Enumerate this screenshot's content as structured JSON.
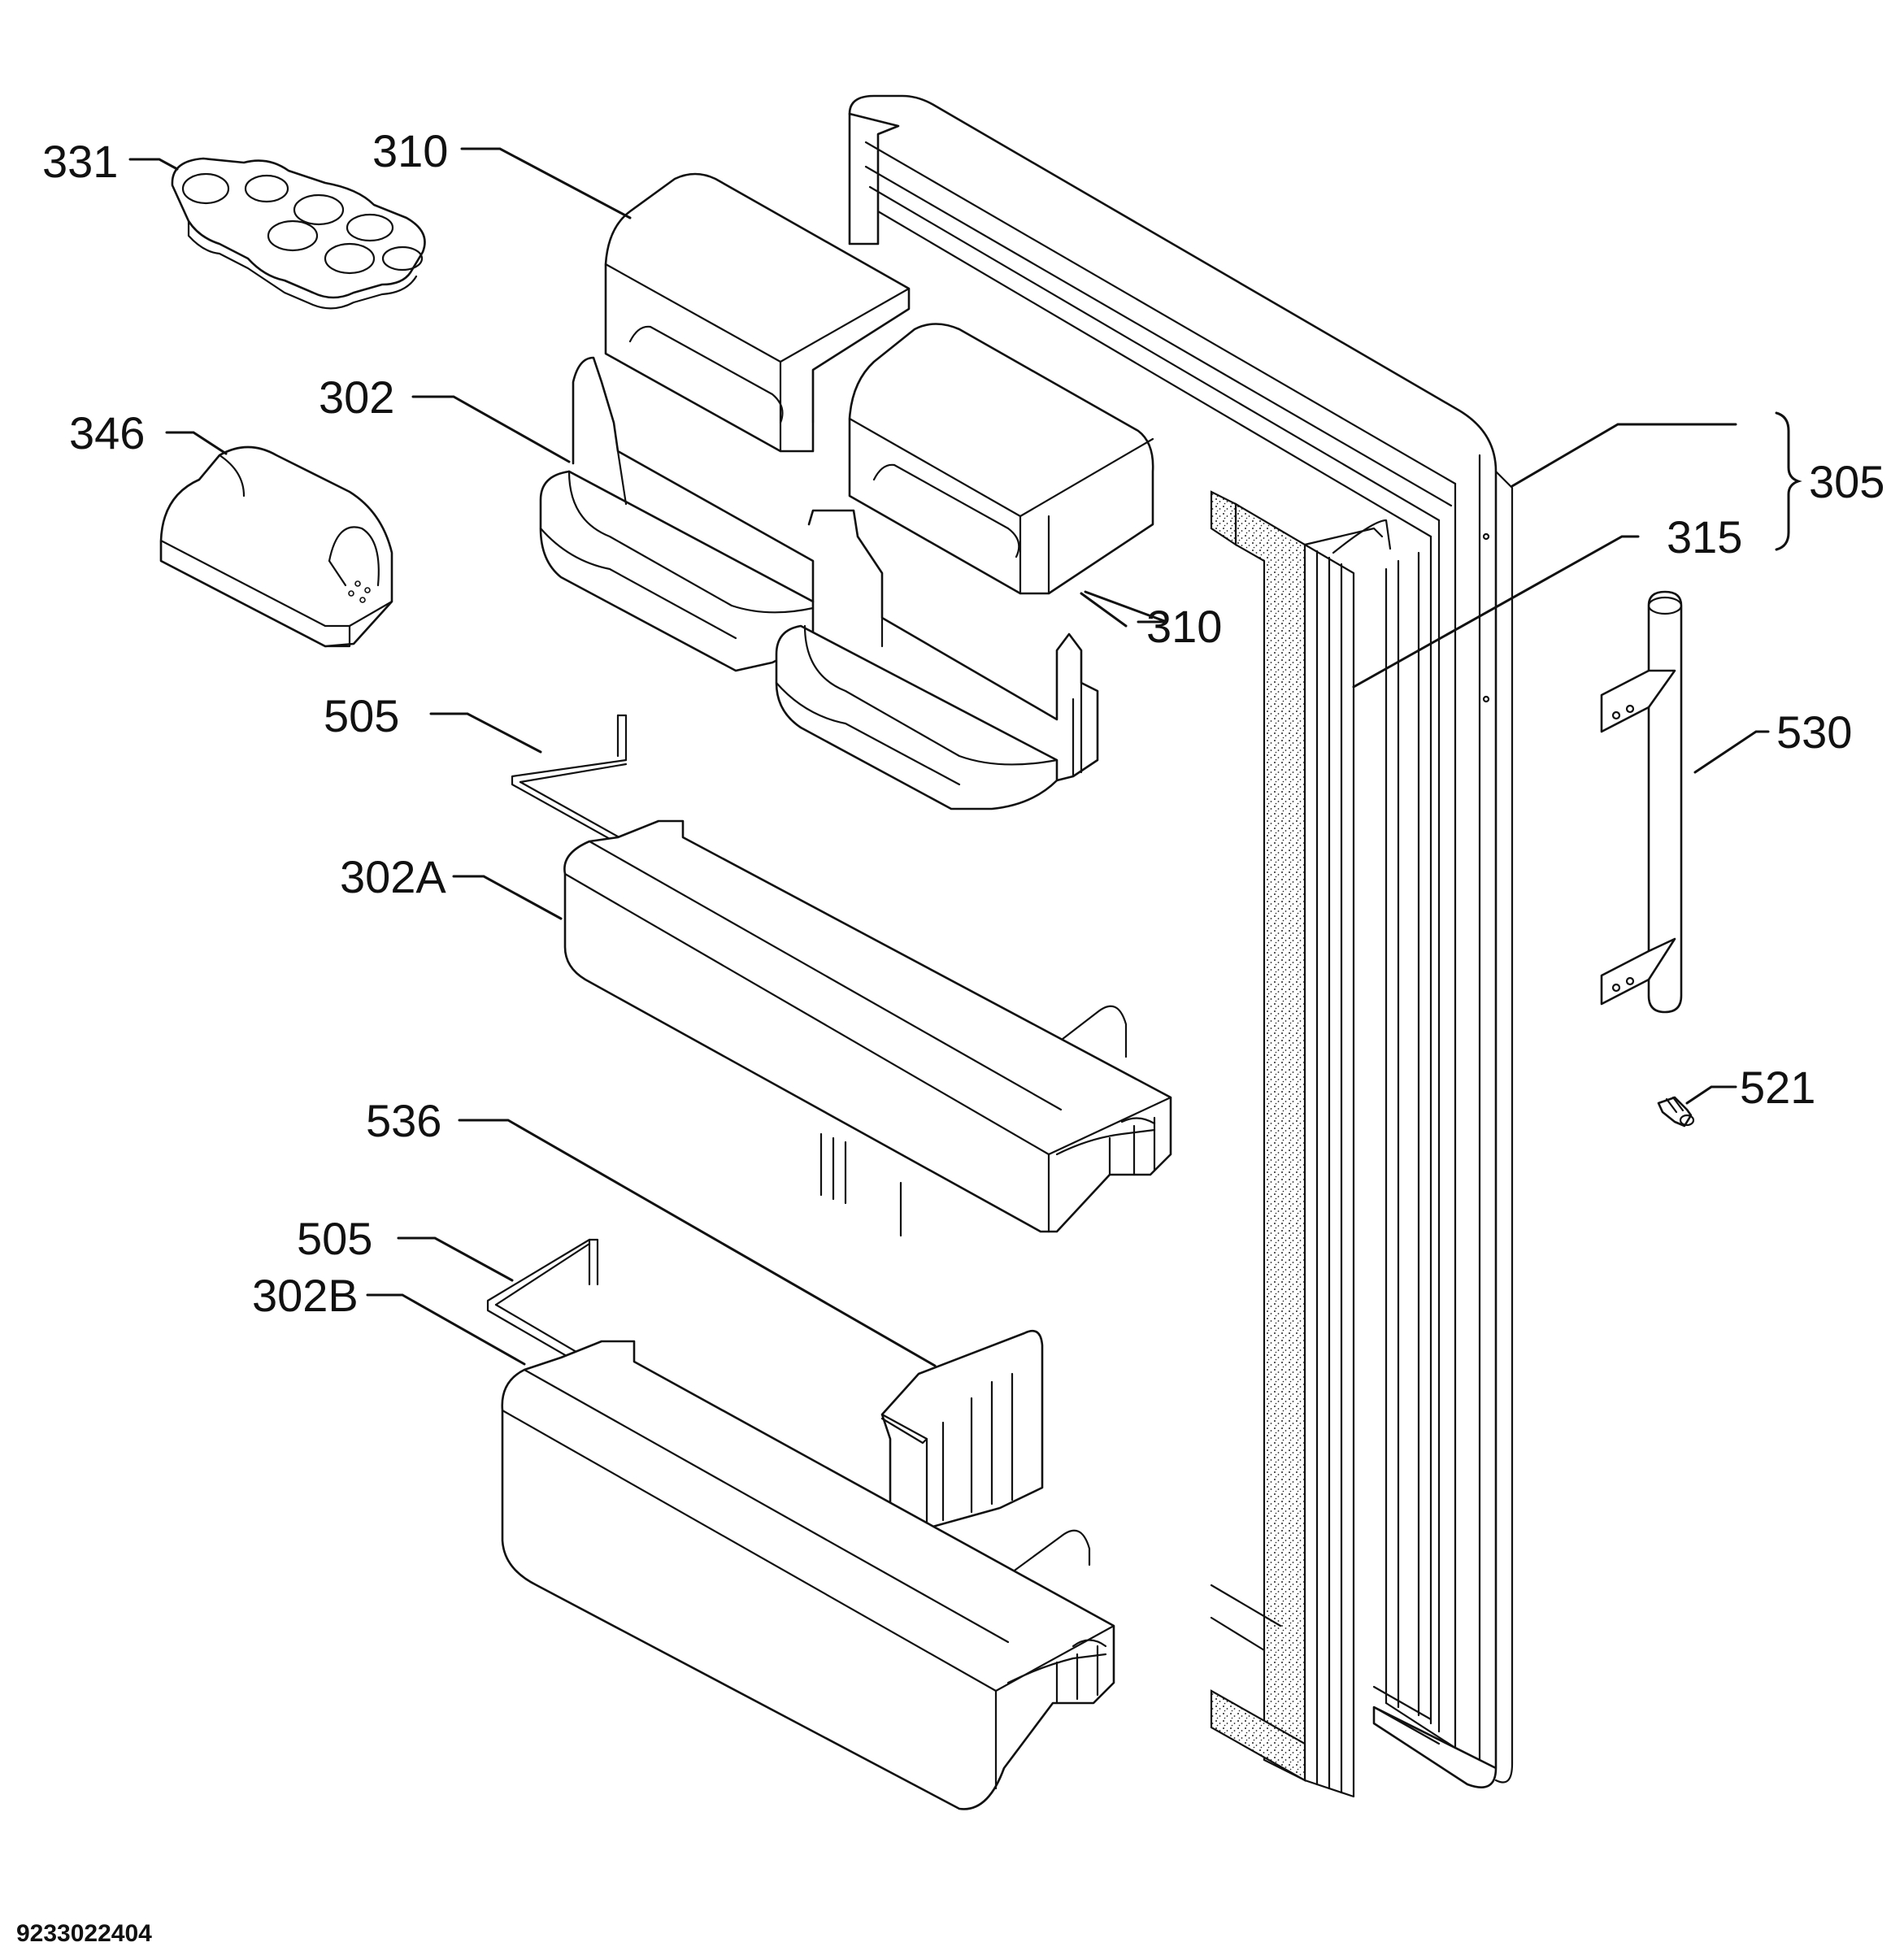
{
  "drawing": {
    "doc_number": "9233022404",
    "callouts": [
      {
        "id": "c331",
        "text": "331"
      },
      {
        "id": "c310a",
        "text": "310"
      },
      {
        "id": "c302",
        "text": "302"
      },
      {
        "id": "c346",
        "text": "346"
      },
      {
        "id": "c305",
        "text": "305"
      },
      {
        "id": "c315",
        "text": "315"
      },
      {
        "id": "c310b",
        "text": "310"
      },
      {
        "id": "c505a",
        "text": "505"
      },
      {
        "id": "c530",
        "text": "530"
      },
      {
        "id": "c302a",
        "text": "302A"
      },
      {
        "id": "c521",
        "text": "521"
      },
      {
        "id": "c536",
        "text": "536"
      },
      {
        "id": "c505b",
        "text": "505"
      },
      {
        "id": "c302b",
        "text": "302B"
      }
    ]
  }
}
